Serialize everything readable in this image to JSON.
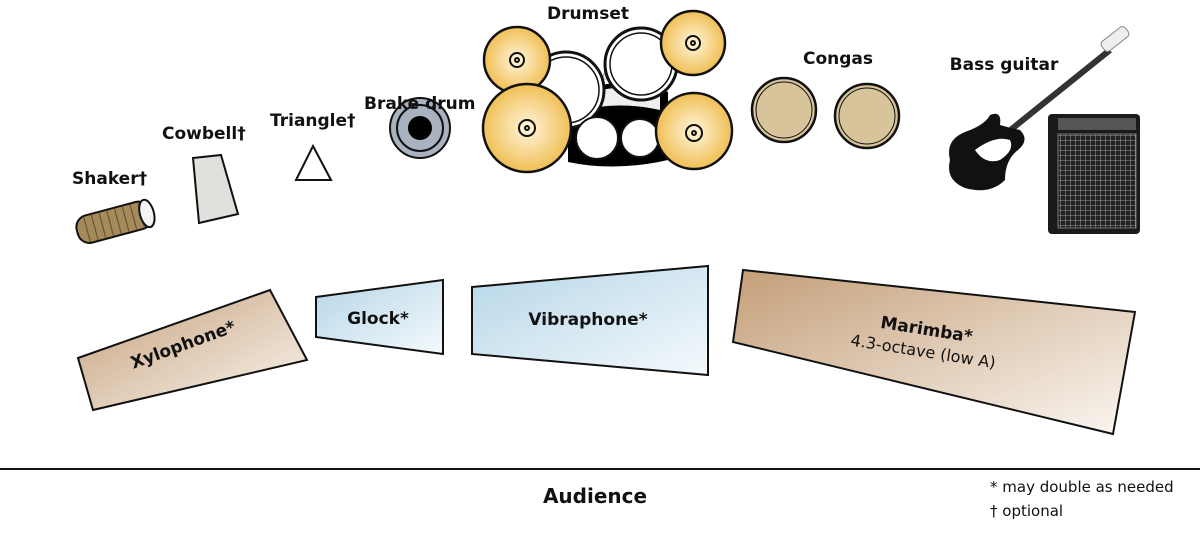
{
  "instruments": {
    "shaker": "Shaker†",
    "cowbell": "Cowbell†",
    "triangle": "Triangle†",
    "brake_drum": "Brake drum",
    "drumset": "Drumset",
    "congas": "Congas",
    "bass_guitar": "Bass guitar",
    "xylophone": "Xylophone*",
    "glock": "Glock*",
    "vibraphone": "Vibraphone*",
    "marimba": "Marimba*",
    "marimba_sub": "4.3-octave (low A)"
  },
  "audience": "Audience",
  "notes": [
    "* may double as needed",
    "† optional"
  ],
  "colors": {
    "cymbal": "#f3c35e",
    "wood": "#c9a47e",
    "metal_bar": "#bcd9ea",
    "conga": "#d8c49a",
    "brake": "#a9b2c1"
  }
}
